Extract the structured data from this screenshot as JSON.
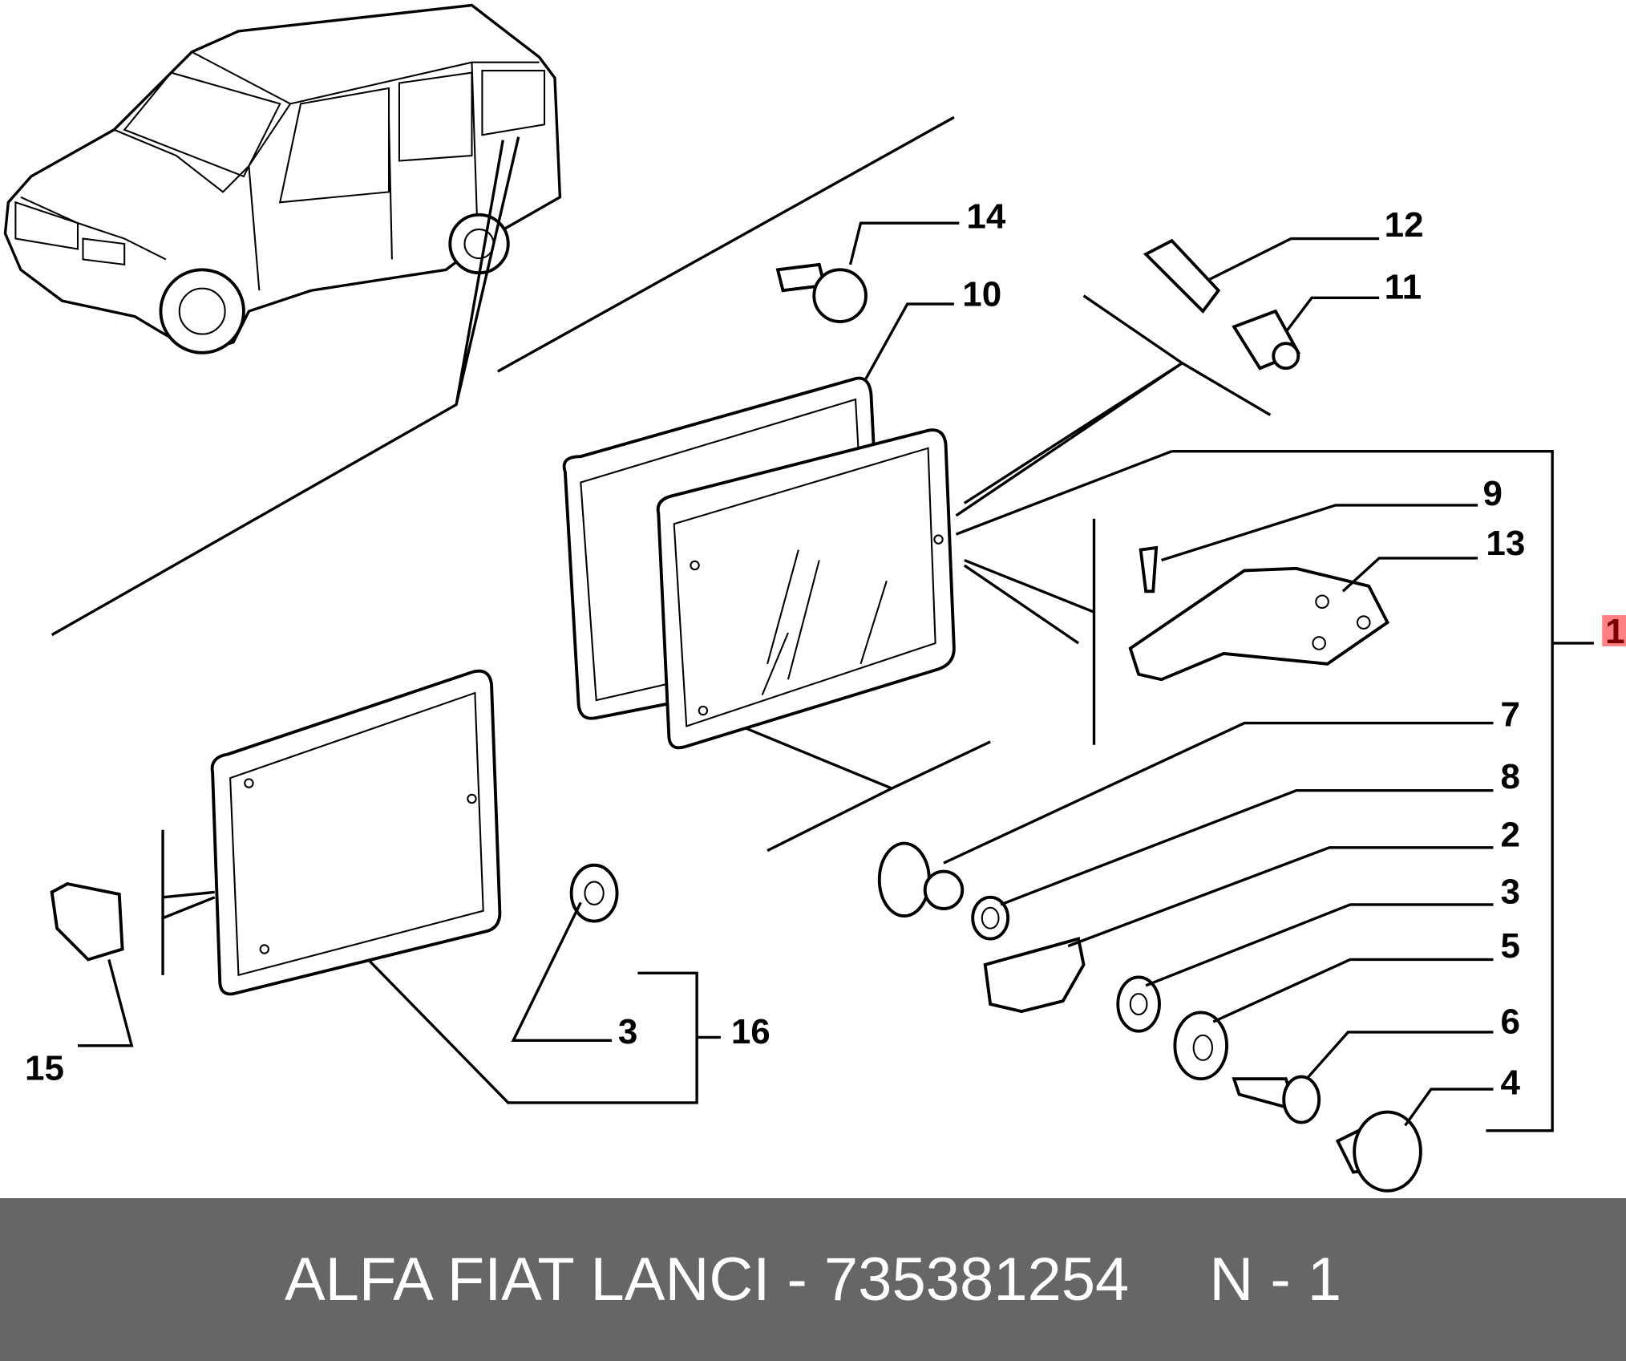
{
  "callouts": {
    "c14": "14",
    "c10": "10",
    "c12": "12",
    "c11": "11",
    "c9": "9",
    "c13": "13",
    "c1": "1",
    "c7": "7",
    "c8": "8",
    "c2": "2",
    "c3a": "3",
    "c5": "5",
    "c6": "6",
    "c4": "4",
    "c3b": "3",
    "c16": "16",
    "c15": "15"
  },
  "footer": {
    "part_ref": "ALFA FIAT LANCI - 735381254",
    "page": "N - 1"
  },
  "colors": {
    "footer_bg": "#666666",
    "highlight": "#ff8080"
  }
}
